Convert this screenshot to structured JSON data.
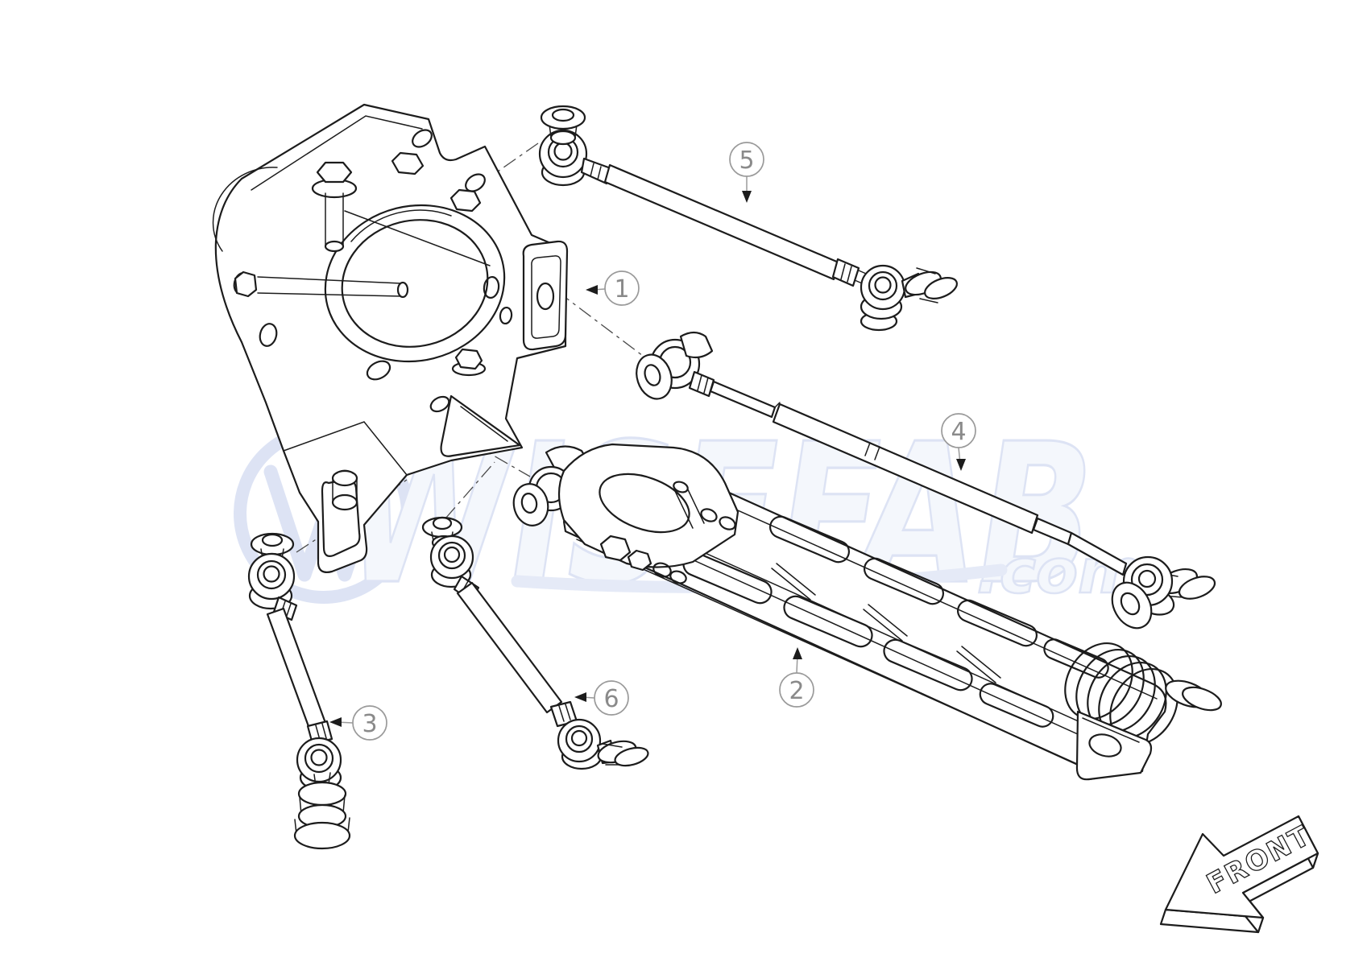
{
  "diagram": {
    "background_color": "#ffffff",
    "line_color": "#1c1c1c",
    "callout_circle_color": "#9a9a9a",
    "callout_text_color": "#8a8a8a",
    "callouts": [
      {
        "label": "1"
      },
      {
        "label": "2"
      },
      {
        "label": "3"
      },
      {
        "label": "4"
      },
      {
        "label": "5"
      },
      {
        "label": "6"
      }
    ],
    "watermark": {
      "text": "WISEFAB",
      "suffix": ".com",
      "fill_color": "#eef2fb",
      "stroke_color": "#c7d2ee"
    },
    "direction_arrow": {
      "label": "FRONT"
    }
  }
}
